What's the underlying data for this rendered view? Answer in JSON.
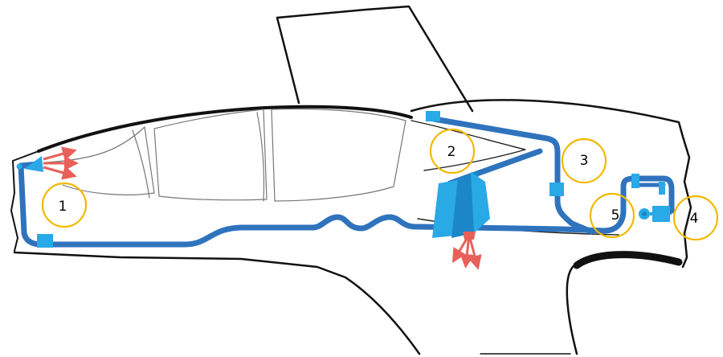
{
  "callouts": [
    {
      "label": "1"
    },
    {
      "label": "2"
    },
    {
      "label": "3"
    },
    {
      "label": "4"
    },
    {
      "label": "5"
    }
  ],
  "colors": {
    "pipe": "#2f73bd",
    "component": "#29a9e6",
    "component_dark": "#1b86c8",
    "airflow_arrow": "#e8605a",
    "callout_ring": "#f3b800",
    "outline": "#111111"
  },
  "icons": [
    "airflow-arrow-icon",
    "callout-circle"
  ]
}
